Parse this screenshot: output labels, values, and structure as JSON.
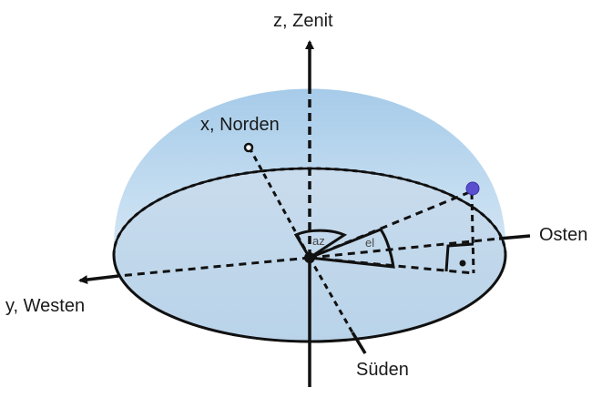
{
  "labels": {
    "zenith": "z, Zenit",
    "north": "x, Norden",
    "east": "Osten",
    "west": "y, Westen",
    "south": "Süden",
    "azimuth": "az",
    "elevation": "el"
  },
  "colors": {
    "dome_top": "#a9cdea",
    "dome_bottom": "#cde2f3",
    "base": "#c6d9e8",
    "lines": "#111111",
    "star": "#5a4fcf"
  }
}
